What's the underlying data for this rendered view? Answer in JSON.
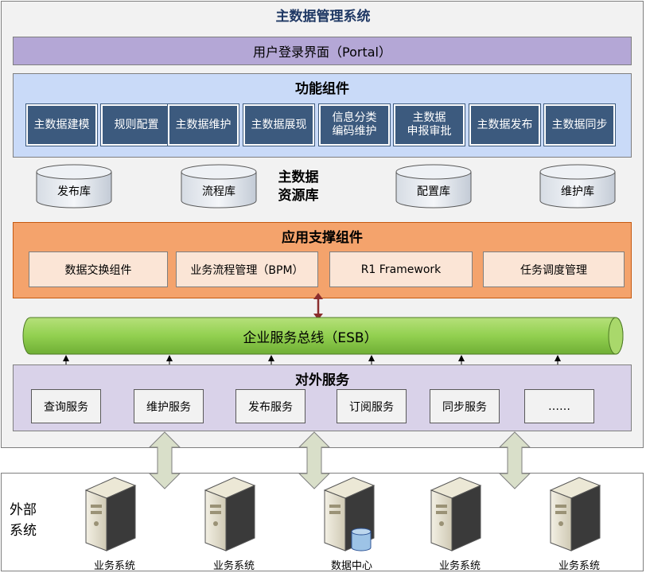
{
  "title": "主数据管理系统",
  "portal": "用户登录界面（Portal）",
  "functional": {
    "title": "功能组件",
    "items": [
      "主数据建模",
      "规则配置",
      "主数据维护",
      "主数据展现",
      "信息分类\n编码维护",
      "主数据\n申报审批",
      "主数据发布",
      "主数据同步"
    ]
  },
  "resources": {
    "title_line1": "主数据",
    "title_line2": "资源库",
    "items": [
      "发布库",
      "流程库",
      "配置库",
      "维护库"
    ]
  },
  "support": {
    "title": "应用支撑组件",
    "items": [
      "数据交换组件",
      "业务流程管理（BPM）",
      "R1 Framework",
      "任务调度管理"
    ]
  },
  "esb": "企业服务总线（ESB）",
  "external_services": {
    "title": "对外服务",
    "items": [
      "查询服务",
      "维护服务",
      "发布服务",
      "订阅服务",
      "同步服务",
      "……"
    ]
  },
  "external_systems": {
    "label_line1": "外部",
    "label_line2": "系统",
    "servers": [
      "业务系统",
      "业务系统",
      "数据中心",
      "业务系统",
      "业务系统"
    ]
  },
  "colors": {
    "functional_bg": "#c9daf8",
    "functional_button": "#3c5a7e",
    "support_bg": "#f4a36c",
    "esb_green": "#92d050",
    "external_bg": "#d9d2e9",
    "portal_bg": "#b4a7d6"
  }
}
